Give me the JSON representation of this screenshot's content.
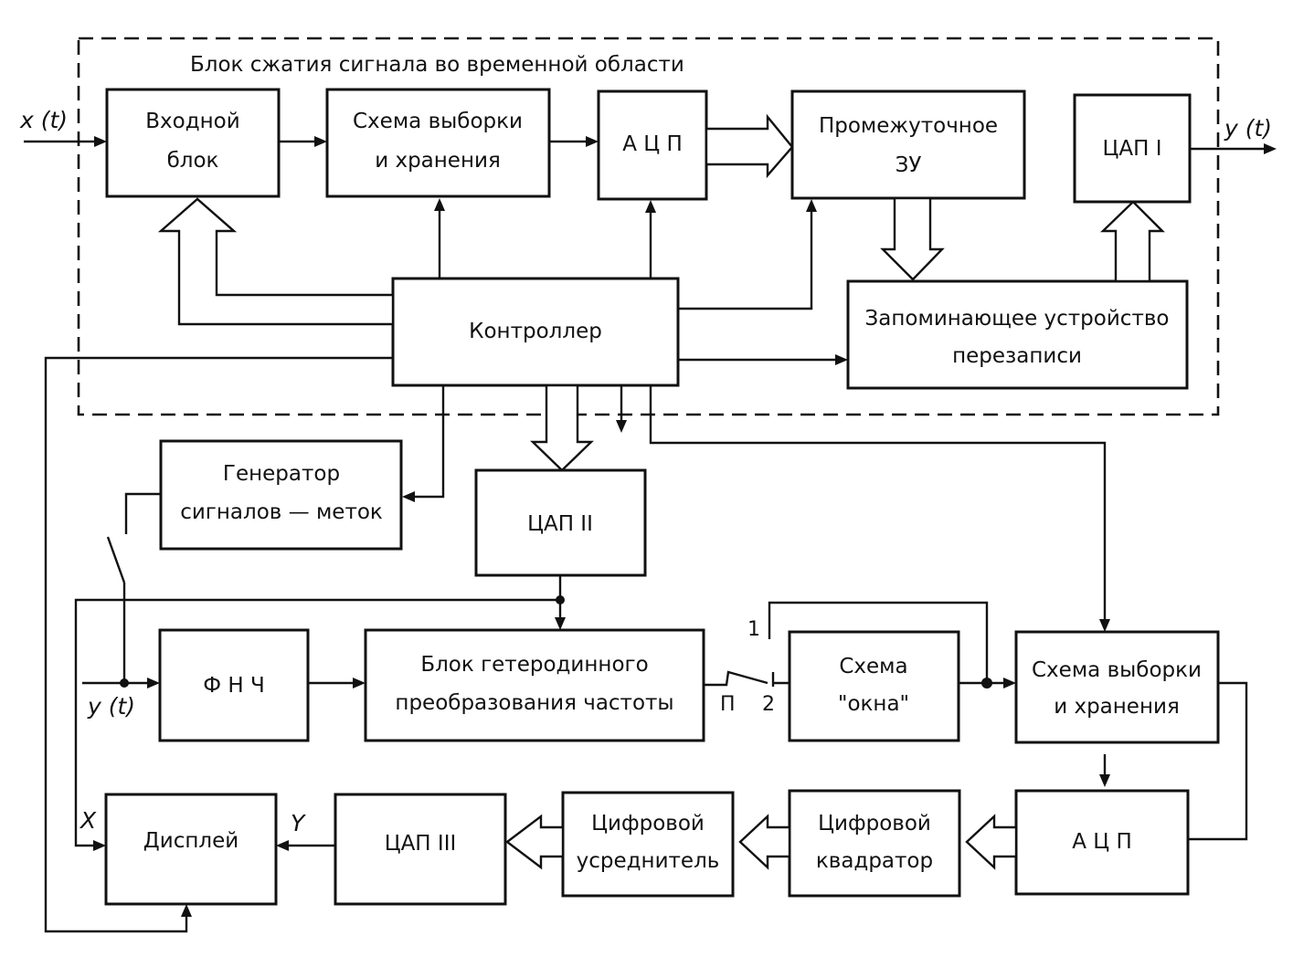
{
  "diagram": {
    "group_title": "Блок сжатия сигнала во временной области",
    "blocks": {
      "input_block": [
        "Входной",
        "блок"
      ],
      "sample_hold_1": [
        "Схема выборки",
        "и хранения"
      ],
      "adc_1": [
        "А Ц П"
      ],
      "buffer_memory": [
        "Промежуточное",
        "ЗУ"
      ],
      "dac_1": [
        "ЦАП I"
      ],
      "controller": [
        "Контроллер"
      ],
      "rewrite_memory": [
        "Запоминающее устройство",
        "перезаписи"
      ],
      "marker_generator": [
        "Генератор",
        "сигналов — меток"
      ],
      "dac_2": [
        "ЦАП II"
      ],
      "lpf": [
        "Ф Н Ч"
      ],
      "heterodyne": [
        "Блок гетеродинного",
        "преобразования частоты"
      ],
      "window": [
        "Схема",
        "\"окна\""
      ],
      "sample_hold_2": [
        "Схема выборки",
        "и хранения"
      ],
      "display": [
        "Дисплей"
      ],
      "dac_3": [
        "ЦАП III"
      ],
      "averager": [
        "Цифровой",
        "усреднитель"
      ],
      "squarer": [
        "Цифровой",
        "квадратор"
      ],
      "adc_2": [
        "А Ц П"
      ]
    },
    "signals": {
      "x_in": "x (t)",
      "y_out": "y (t)",
      "y_in": "y (t)",
      "display_x": "X",
      "display_y": "Y",
      "switch_p": "П",
      "switch_1": "1",
      "switch_2": "2"
    }
  }
}
